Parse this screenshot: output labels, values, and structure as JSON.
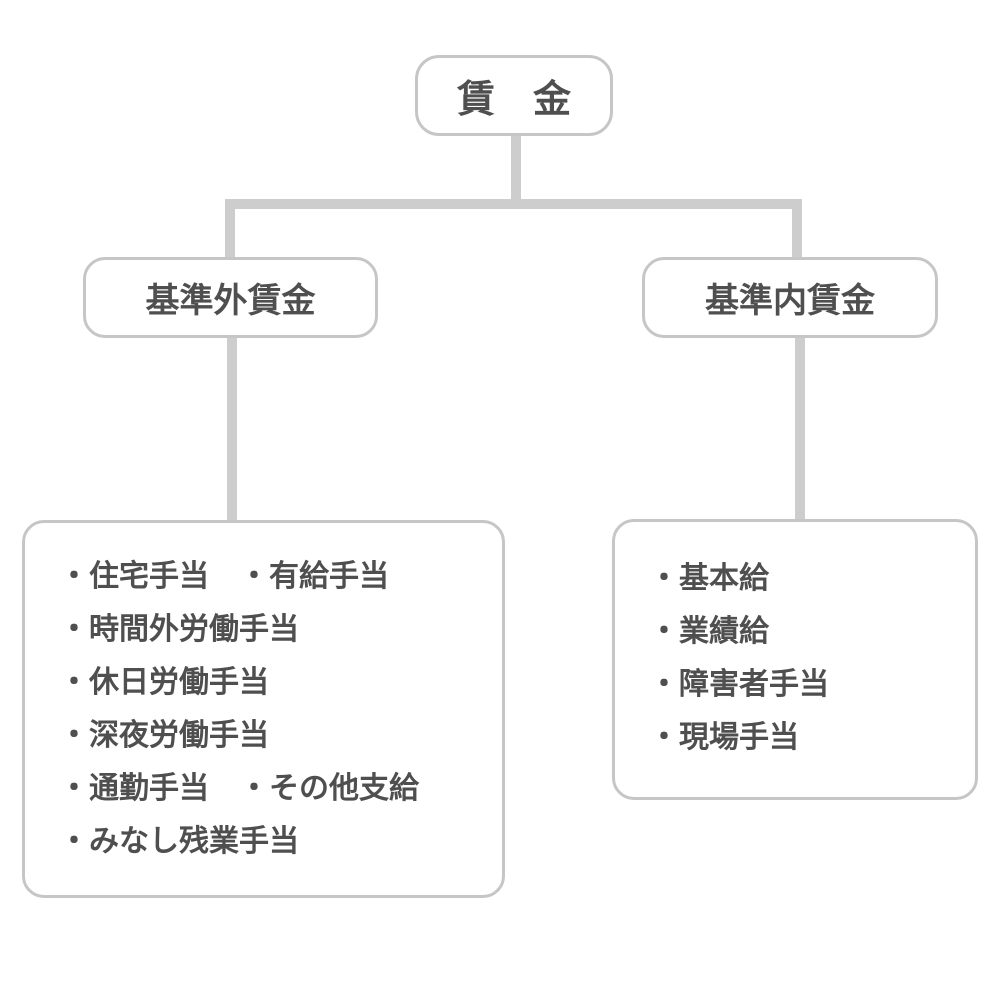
{
  "diagram": {
    "root": {
      "label": "賃　金"
    },
    "branches": {
      "left": {
        "label": "基準外賃金"
      },
      "right": {
        "label": "基準内賃金"
      }
    },
    "left_items": [
      "・住宅手当　・有給手当",
      "・時間外労働手当",
      "・休日労働手当",
      "・深夜労働手当",
      "・通勤手当　・その他支給",
      "・みなし残業手当"
    ],
    "right_items": [
      "・基本給",
      "・業績給",
      "・障害者手当",
      "・現場手当"
    ],
    "colors": {
      "background": "#ffffff",
      "box_border": "#c6c6c6",
      "connector": "#cdcdcd",
      "text": "#4f4f4f"
    }
  }
}
